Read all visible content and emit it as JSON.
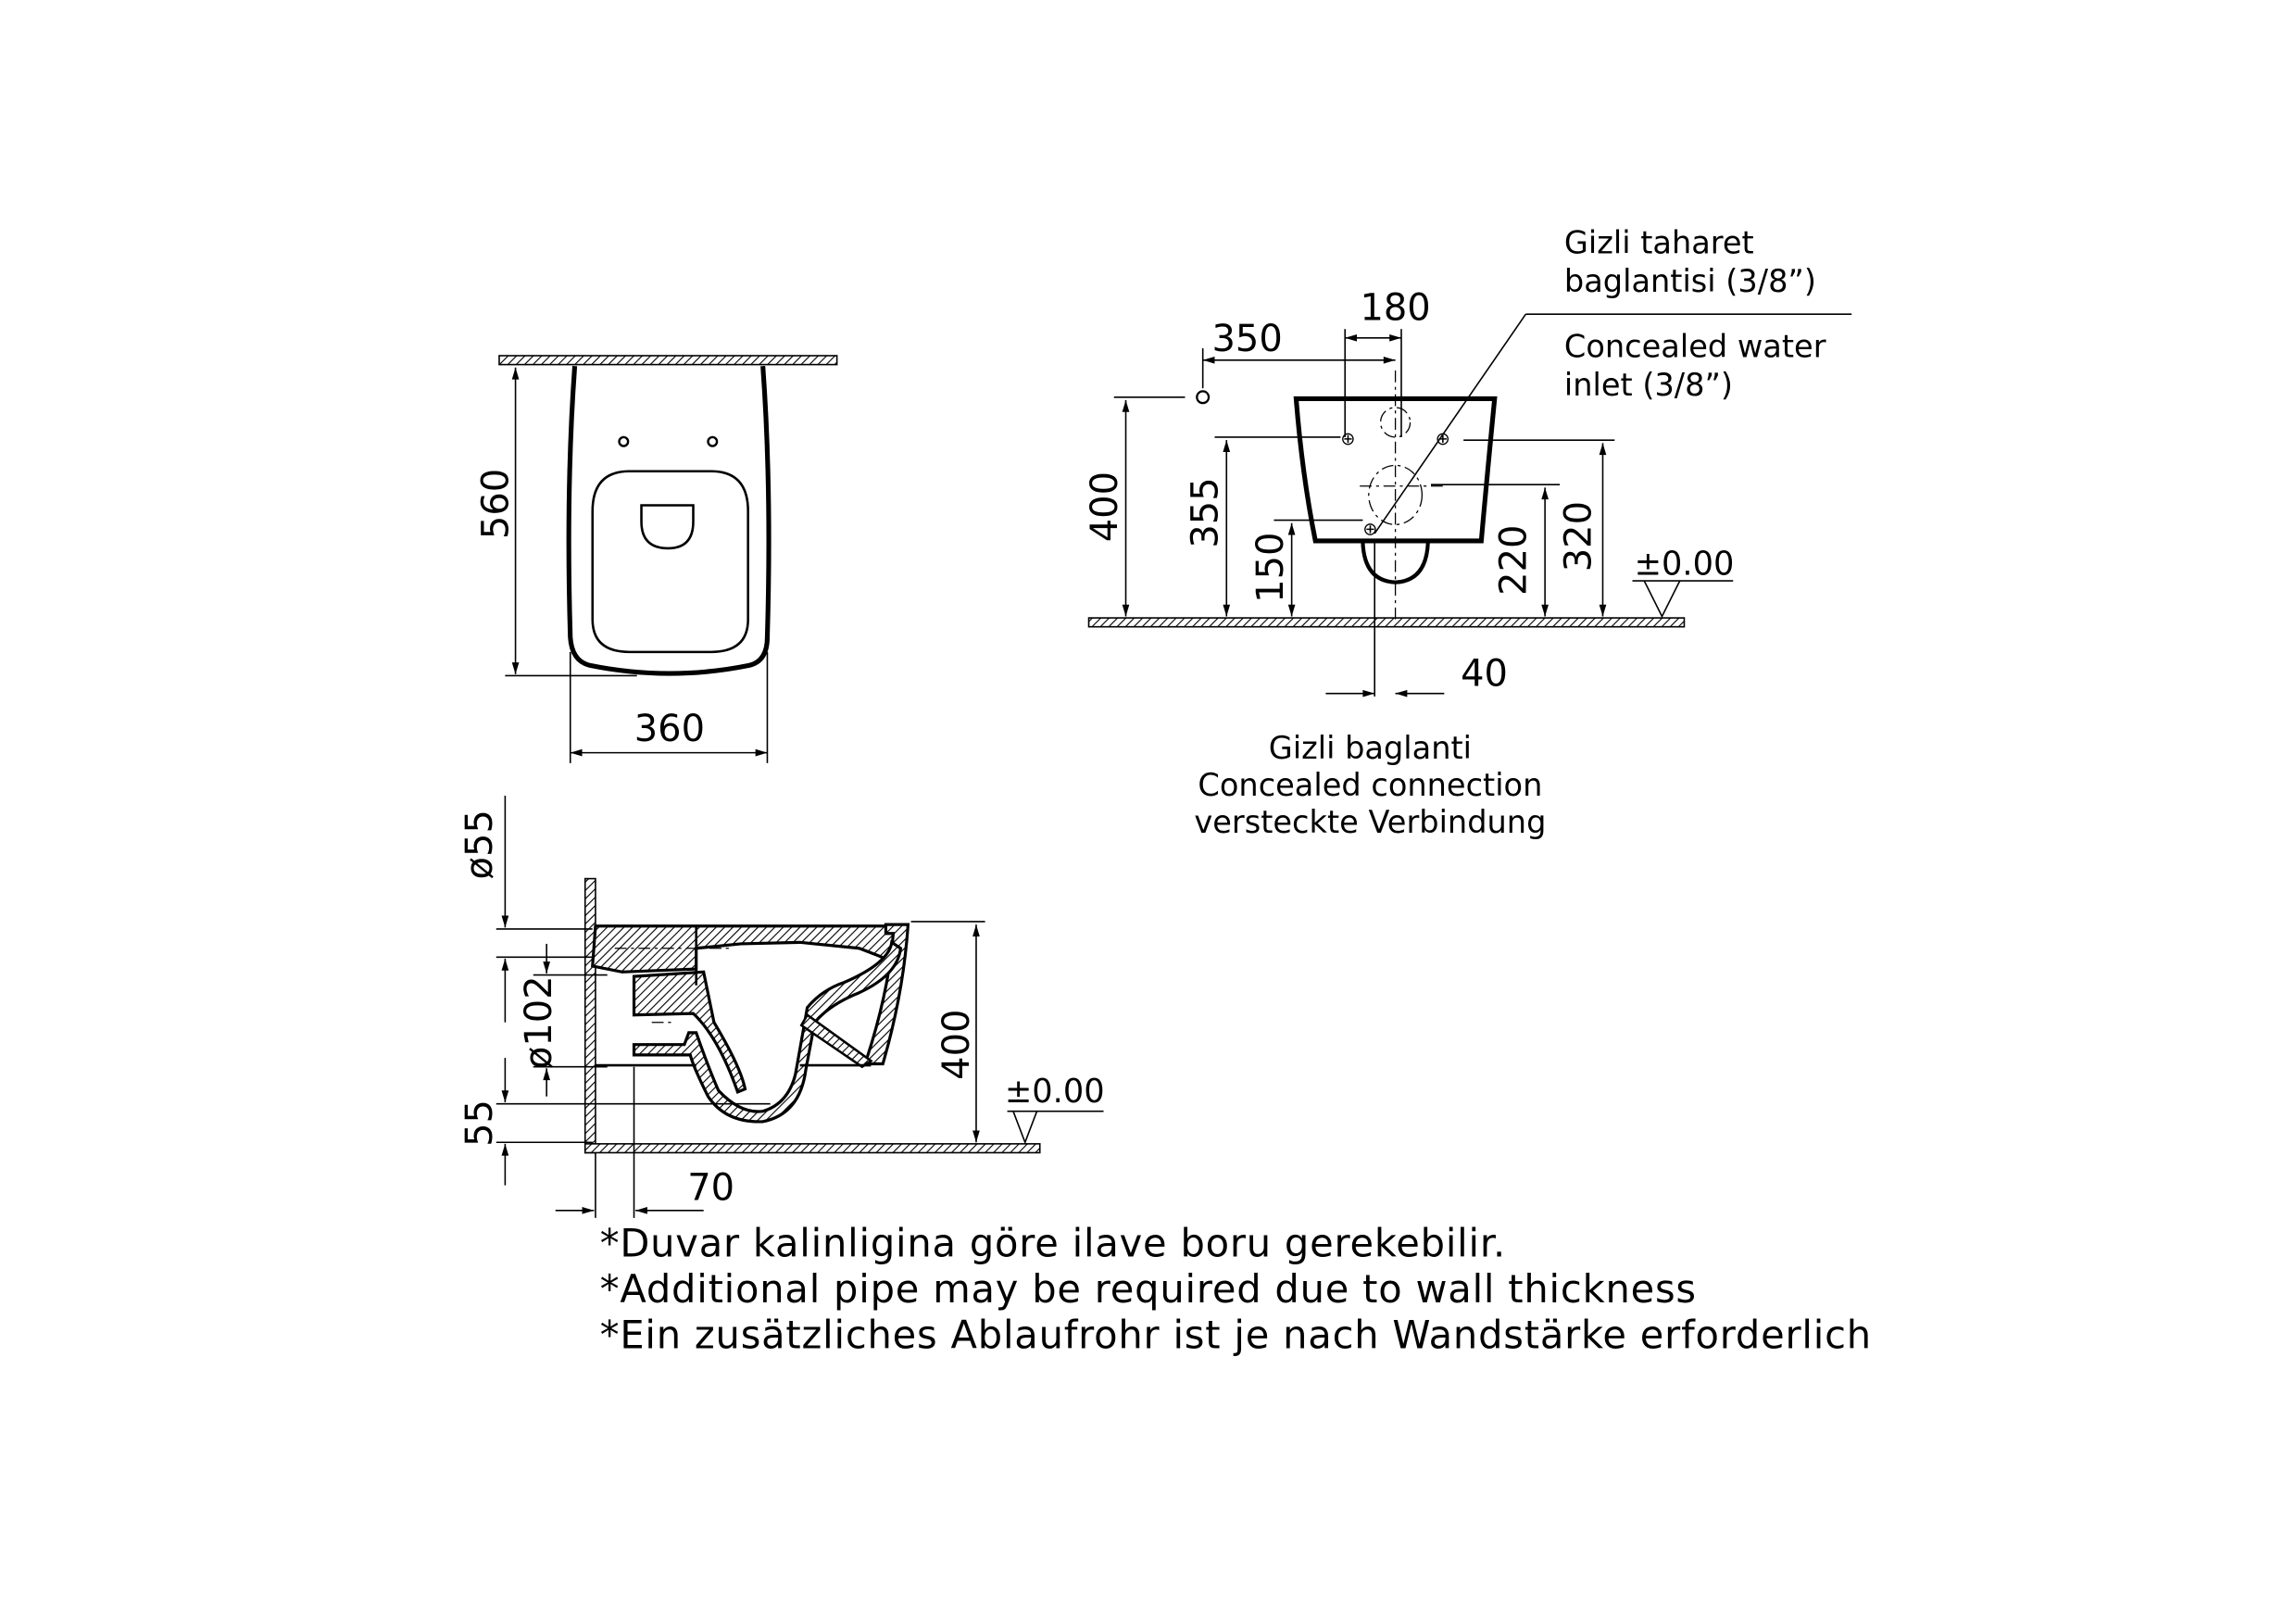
{
  "top_view": {
    "dim_depth": "560",
    "dim_width": "360"
  },
  "front_view": {
    "dim_350": "350",
    "dim_180": "180",
    "dim_400": "400",
    "dim_355": "355",
    "dim_150": "150",
    "dim_220": "220",
    "dim_320": "320",
    "dim_40": "40",
    "level": "±0.00",
    "inlet_note": [
      "Gizli taharet",
      "baglantisi (3/8”)",
      "Concealed water",
      "inlet (3/8”)"
    ],
    "connection_note": [
      "Gizli baglanti",
      "Concealed connection",
      "versteckte Verbindung"
    ]
  },
  "side_view": {
    "dim_d55": "ø55",
    "dim_d102": "ø102",
    "dim_55": "55",
    "dim_400": "400",
    "dim_70": "70",
    "level": "±0.00"
  },
  "footnotes": [
    "*Duvar kalinligina göre ilave boru gerekebilir.",
    "*Additional pipe may be required due to wall thickness",
    "*Ein zusätzliches Ablaufrohr ist je nach Wandstärke erforderlich"
  ]
}
